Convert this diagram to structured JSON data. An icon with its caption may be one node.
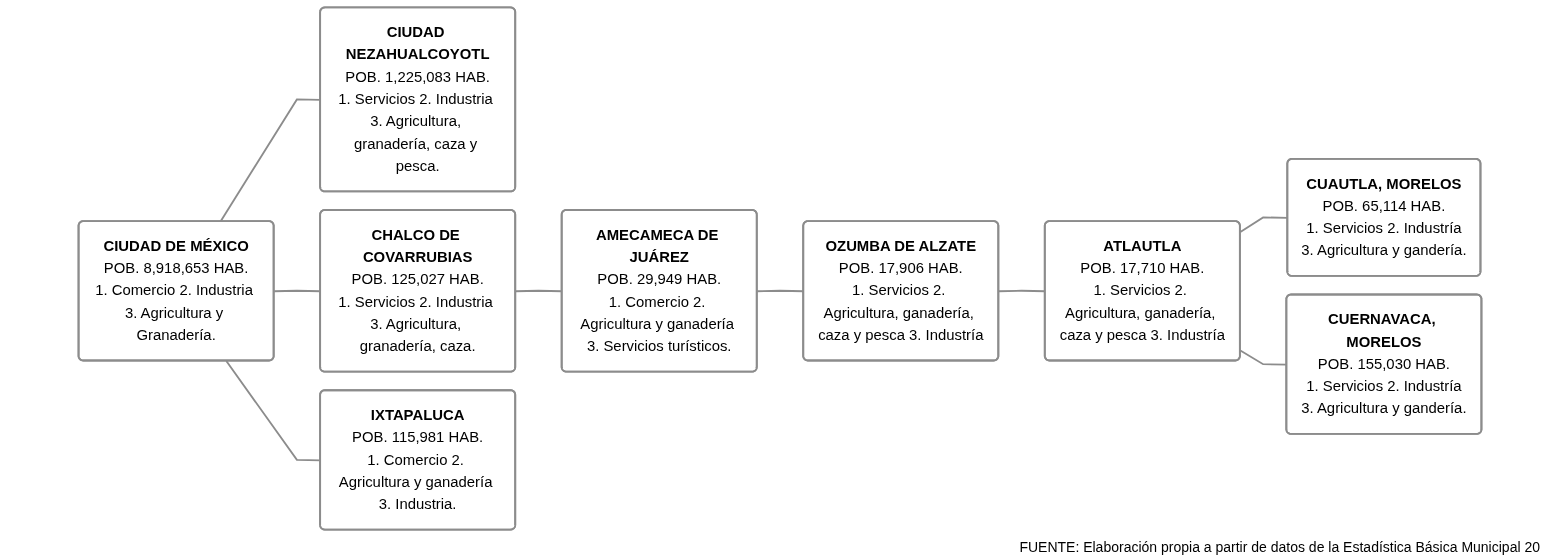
{
  "diagram": {
    "caption": "FUENTE: Elaboración propia a partir de datos de la Estadística Básica Municipal 20",
    "nodes": [
      {
        "text": [
          "CIUDAD DE MÉXICO",
          "POB. 8,918,653 HAB.",
          "1. Comercio 2. Industria 3. Agricultura y Granadería."
        ]
      },
      {
        "text": [
          "CIUDAD NEZAHUALCOYOTL",
          "POB. 1,225,083 HAB.",
          "1. Servicios 2. Industria 3. Agricultura, granadería, caza y pesca."
        ]
      },
      {
        "text": [
          "CHALCO DE COVARRUBIAS",
          "POB. 125,027 HAB.",
          "1. Servicios 2. Industria 3. Agricultura, granadería, caza."
        ]
      },
      {
        "text": [
          "IXTAPALUCA",
          "POB. 115,981 HAB.",
          "1. Comercio 2. Agricultura y ganadería 3. Industria."
        ]
      },
      {
        "text": [
          "AMECAMECA DE JUÁREZ",
          "POB. 29,949 HAB.",
          "1. Comercio 2. Agricultura y ganadería 3. Servicios turísticos."
        ]
      },
      {
        "text": [
          "OZUMBA DE ALZATE",
          "POB. 17,906 HAB.",
          "1. Servicios 2. Agricultura, ganadería, caza y pesca 3. Industría"
        ]
      },
      {
        "text": [
          "ATLAUTLA",
          "POB. 17,710 HAB.",
          "1. Servicios 2. Agricultura, ganadería, caza y pesca 3. Industría"
        ]
      },
      {
        "text": [
          "CUAUTLA, MORELOS",
          "POB. 65,114 HAB.",
          "1. Servicios 2. Industría",
          "3. Agricultura y gandería."
        ]
      },
      {
        "text": [
          "CUERNAVACA, MORELOS",
          "POB. 155,030 HAB.",
          "1. Servicios 2. Industría",
          "3. Agricultura y gandería."
        ]
      }
    ],
    "edges": [
      {
        "from": 0,
        "to": 1,
        "arrow": "none"
      },
      {
        "from": 0,
        "to": 2,
        "arrow": "none"
      },
      {
        "from": 0,
        "to": 3,
        "arrow": "none"
      },
      {
        "from": 2,
        "to": 4,
        "arrow": "none"
      },
      {
        "from": 4,
        "to": 5,
        "arrow": "none"
      },
      {
        "from": 5,
        "to": 6,
        "arrow": "none"
      },
      {
        "from": 6,
        "to": 7,
        "arrow": "none"
      },
      {
        "from": 6,
        "to": 8,
        "arrow": "none"
      }
    ]
  }
}
